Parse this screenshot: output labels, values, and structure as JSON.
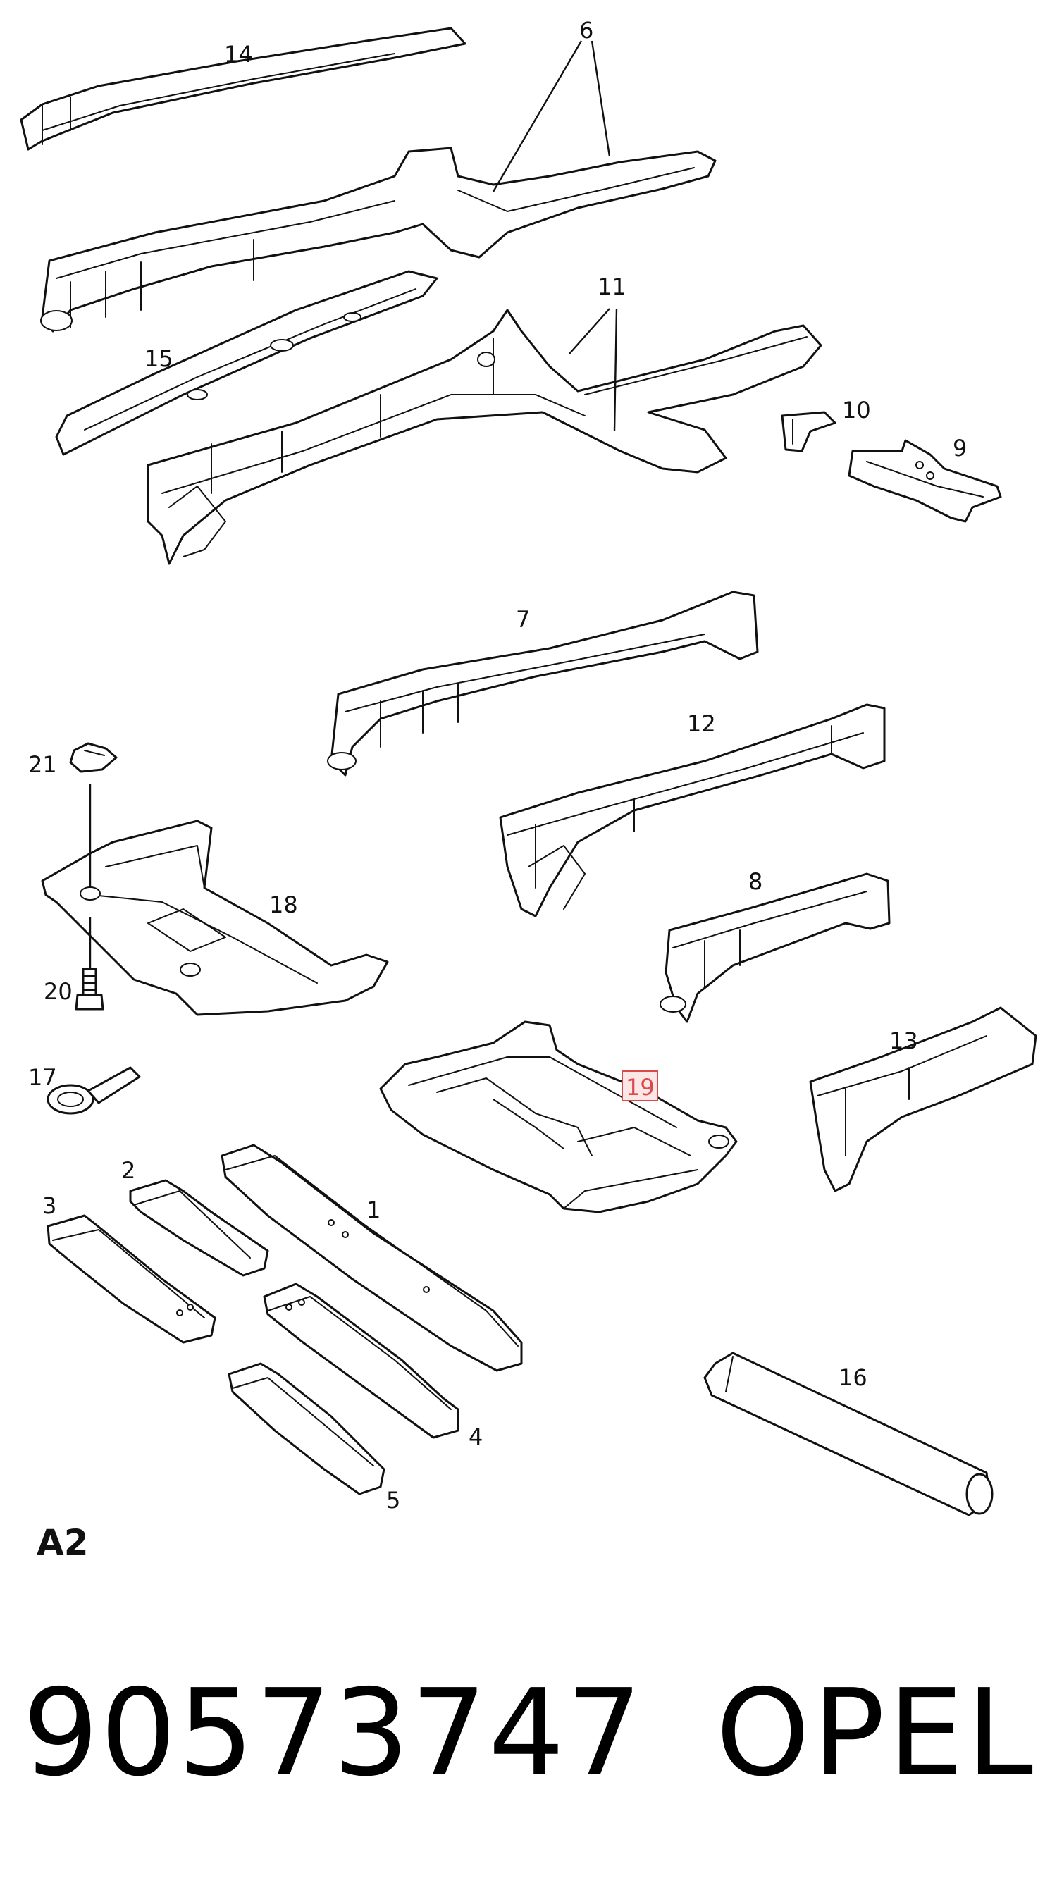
{
  "diagram": {
    "callouts": {
      "c1": "1",
      "c2": "2",
      "c3": "3",
      "c4": "4",
      "c5": "5",
      "c6": "6",
      "c7": "7",
      "c8": "8",
      "c9": "9",
      "c10": "10",
      "c11": "11",
      "c12": "12",
      "c13": "13",
      "c14": "14",
      "c15": "15",
      "c16": "16",
      "c17": "17",
      "c18": "18",
      "c19": "19",
      "c20": "20",
      "c21": "21"
    },
    "highlighted_callout": "19",
    "view_code": "A2"
  },
  "footer": {
    "part_number": "90573747",
    "brand": "OPEL"
  },
  "colors": {
    "highlight": "#d94a4a",
    "line": "#111111"
  }
}
